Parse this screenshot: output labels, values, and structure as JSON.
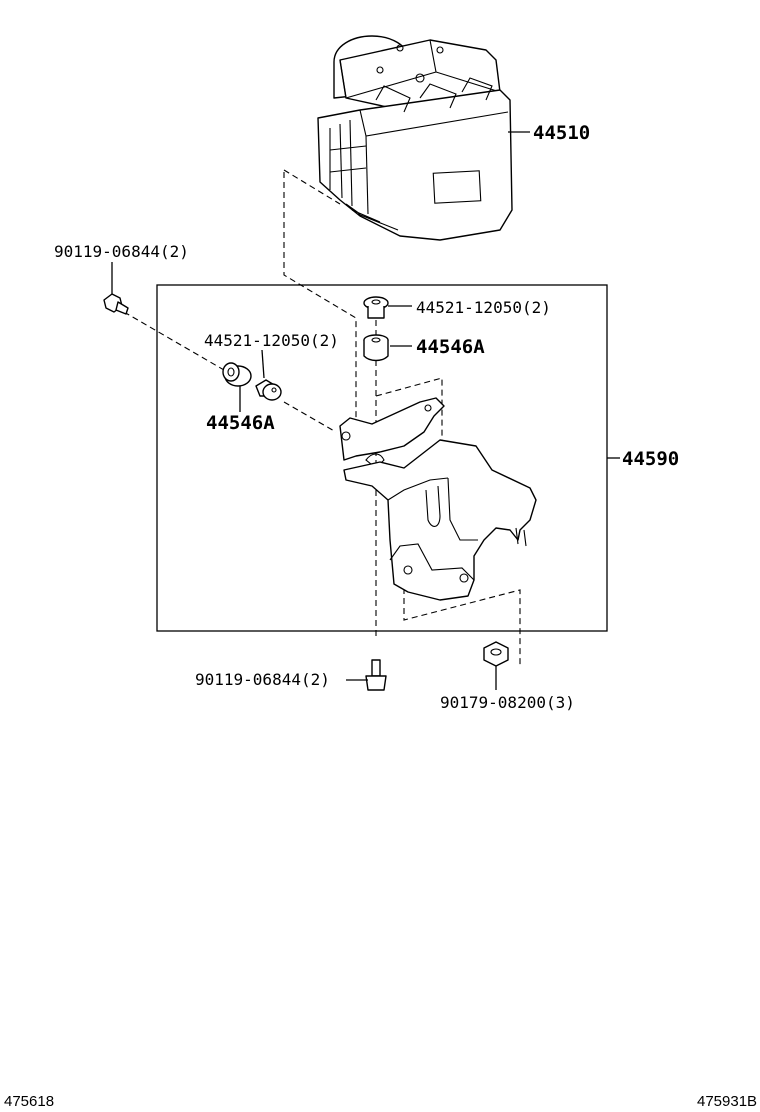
{
  "callouts": {
    "abs_actuator": "44510",
    "bracket_assy": "44590",
    "bolt_upper_left": "90119-06844(2)",
    "collar_left": "44521-12050(2)",
    "cushion_left": "44546A",
    "collar_right": "44521-12050(2)",
    "cushion_right": "44546A",
    "bolt_bottom": "90119-06844(2)",
    "nut_bottom": "90179-08200(3)"
  },
  "footer": {
    "left_code": "475618",
    "right_code": "475931B"
  }
}
